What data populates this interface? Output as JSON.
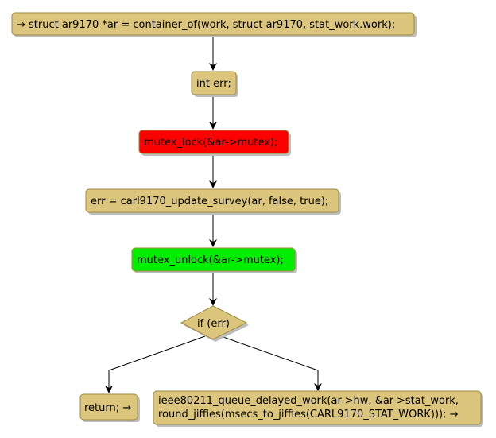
{
  "colors": {
    "node_fill": "#dcc67e",
    "node_stroke": "#a08a3c",
    "lock_fill": "#ff0000",
    "unlock_fill": "#00ee00",
    "edge": "#000000",
    "shadow": "#bdbdbd"
  },
  "nodes": {
    "start": {
      "line1": "→ struct ar9170 *ar = container_of(work, struct ar9170, stat_work.work);"
    },
    "decl": {
      "line1": "int err;"
    },
    "lock": {
      "line1": "mutex_lock(&ar->mutex);"
    },
    "update": {
      "line1": "err = carl9170_update_survey(ar, false, true);"
    },
    "unlock": {
      "line1": "mutex_unlock(&ar->mutex);"
    },
    "decision": {
      "line1": "if (err)"
    },
    "ret": {
      "line1": "return; →"
    },
    "queue": {
      "line1": "ieee80211_queue_delayed_work(ar->hw, &ar->stat_work,",
      "line2": "round_jiffies(msecs_to_jiffies(CARL9170_STAT_WORK))); →"
    }
  }
}
